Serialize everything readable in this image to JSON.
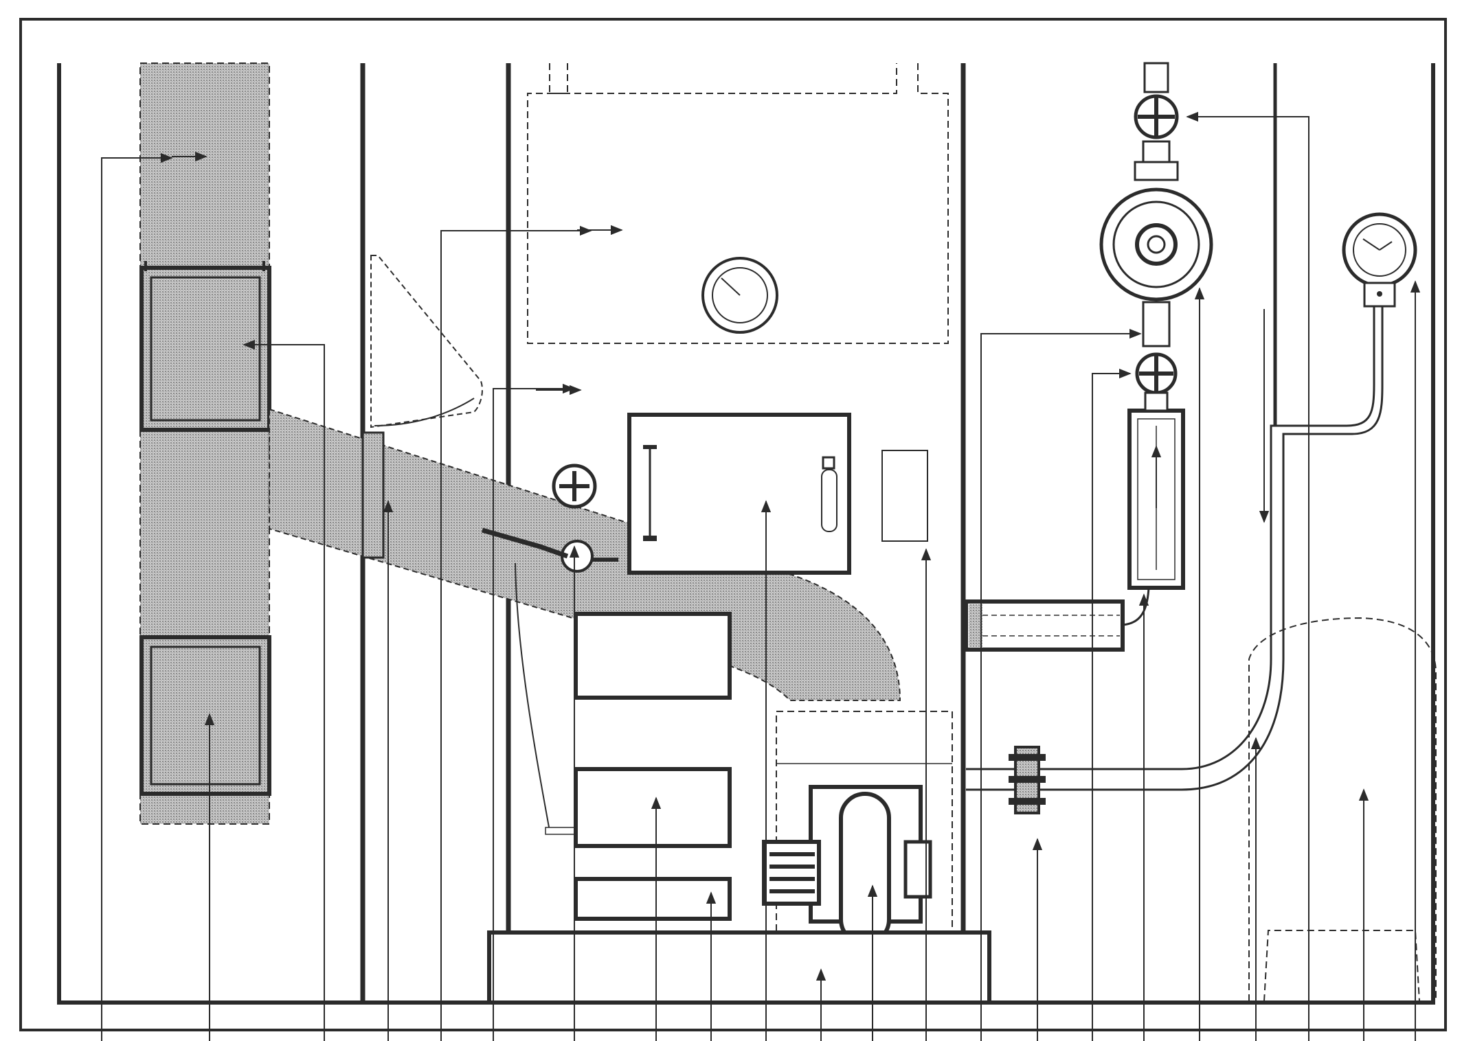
{
  "diagram": {
    "kind": "equipment-cross-section-with-leader-arrows",
    "callout_labels": [],
    "components": [
      {
        "name": "vertical-shaded-duct"
      },
      {
        "name": "upper-heat-exchanger-coil"
      },
      {
        "name": "lower-heat-exchanger-coil"
      },
      {
        "name": "sloped-flue-pipe"
      },
      {
        "name": "top-dashed-chamber"
      },
      {
        "name": "chamber-pressure-gauge"
      },
      {
        "name": "control-box"
      },
      {
        "name": "small-panel"
      },
      {
        "name": "gas-valve"
      },
      {
        "name": "water-pump"
      },
      {
        "name": "upper-isolation-valve"
      },
      {
        "name": "lower-isolation-valve"
      },
      {
        "name": "sight-glass"
      },
      {
        "name": "outlet-pressure-gauge"
      },
      {
        "name": "flange-union"
      },
      {
        "name": "burner-assembly"
      },
      {
        "name": "base-plinth"
      },
      {
        "name": "expansion-tank-outline"
      }
    ]
  },
  "colors": {
    "line": "#2b2b2b",
    "hatch": "#a8a8a8",
    "background": "#ffffff"
  }
}
